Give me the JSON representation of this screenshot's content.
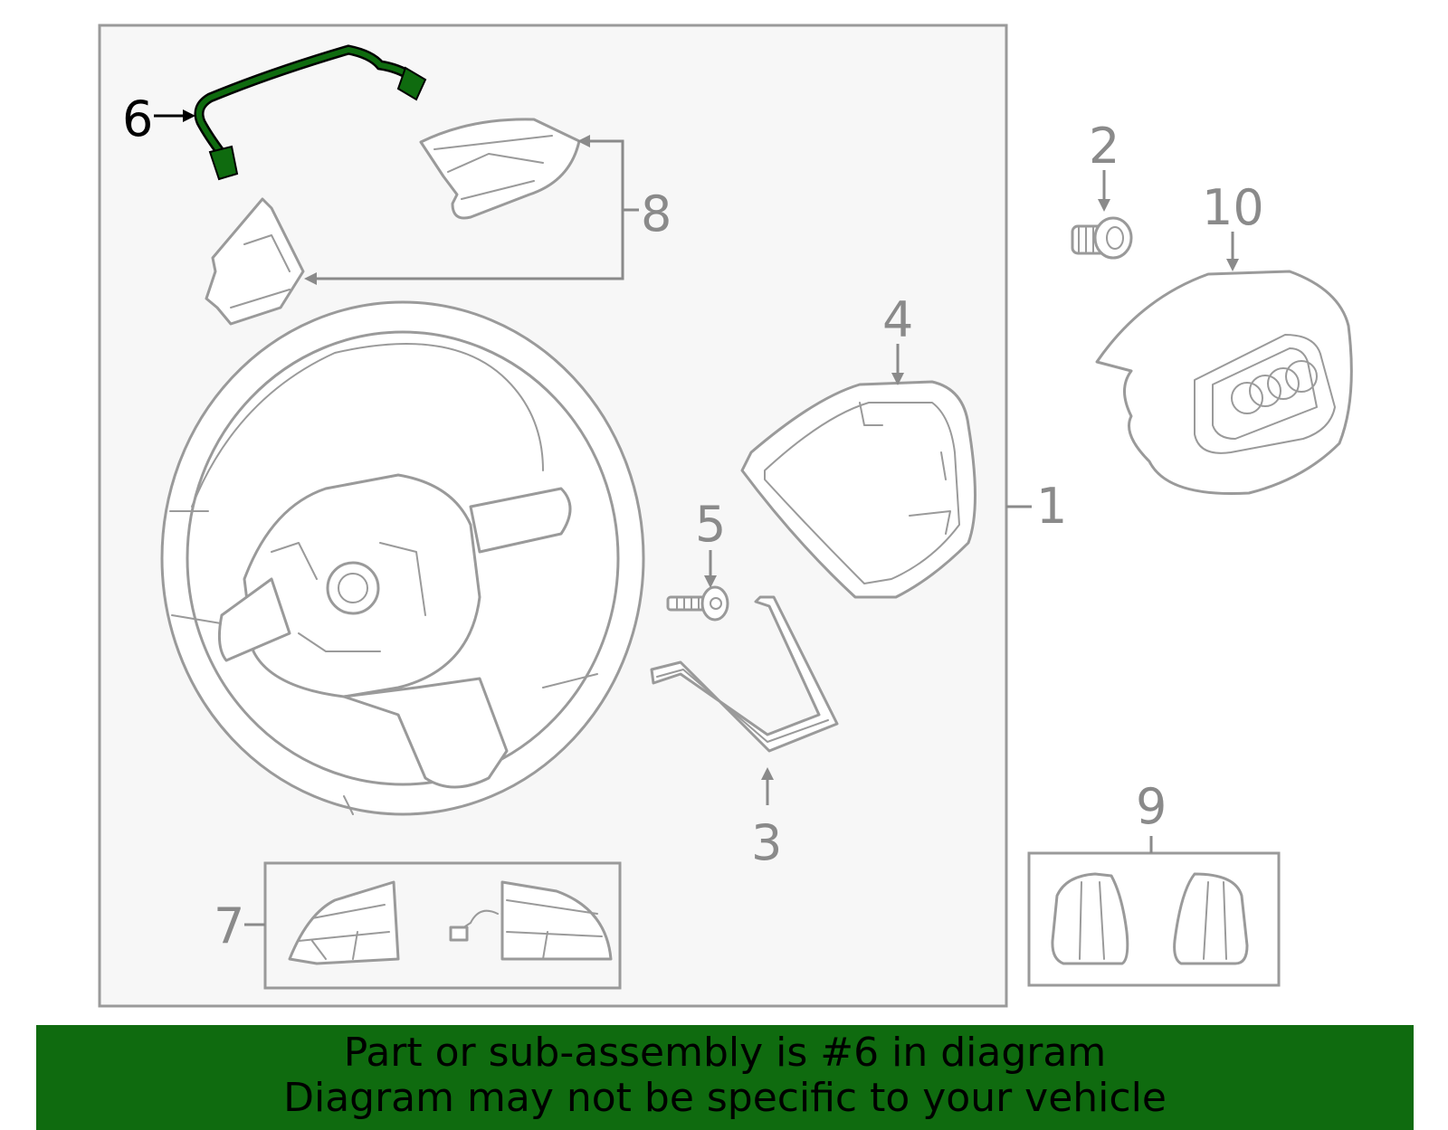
{
  "diagram": {
    "callouts": [
      {
        "id": "1",
        "label": "1"
      },
      {
        "id": "2",
        "label": "2"
      },
      {
        "id": "3",
        "label": "3"
      },
      {
        "id": "4",
        "label": "4"
      },
      {
        "id": "5",
        "label": "5"
      },
      {
        "id": "6",
        "label": "6"
      },
      {
        "id": "7",
        "label": "7"
      },
      {
        "id": "8",
        "label": "8"
      },
      {
        "id": "9",
        "label": "9"
      },
      {
        "id": "10",
        "label": "10"
      }
    ],
    "highlighted_part": "6",
    "highlight_color": "#0f6b0f"
  },
  "banner": {
    "line1": "Part or sub-assembly is #6 in diagram",
    "line2": "Diagram may not be specific to your vehicle",
    "background_color": "#0f6b0f"
  }
}
